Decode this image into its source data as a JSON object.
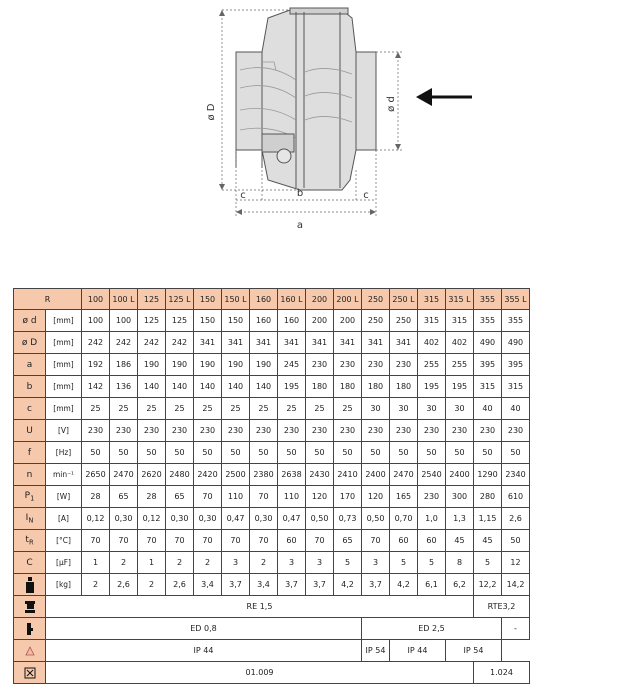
{
  "drawing": {
    "labels": {
      "D": "ø D",
      "d": "ø d",
      "b": "b",
      "c_left": "c",
      "c_right": "c",
      "a": "a"
    }
  },
  "table": {
    "header_label": "R",
    "models": [
      "100",
      "100 L",
      "125",
      "125 L",
      "150",
      "150 L",
      "160",
      "160 L",
      "200",
      "200 L",
      "250",
      "250 L",
      "315",
      "315 L",
      "355",
      "355 L"
    ],
    "rows": [
      {
        "label": "ø d",
        "unit": "[mm]",
        "values": [
          "100",
          "100",
          "125",
          "125",
          "150",
          "150",
          "160",
          "160",
          "200",
          "200",
          "250",
          "250",
          "315",
          "315",
          "355",
          "355"
        ]
      },
      {
        "label": "ø D",
        "unit": "[mm]",
        "values": [
          "242",
          "242",
          "242",
          "242",
          "341",
          "341",
          "341",
          "341",
          "341",
          "341",
          "341",
          "341",
          "402",
          "402",
          "490",
          "490"
        ]
      },
      {
        "label": "a",
        "unit": "[mm]",
        "values": [
          "192",
          "186",
          "190",
          "190",
          "190",
          "190",
          "190",
          "245",
          "230",
          "230",
          "230",
          "230",
          "255",
          "255",
          "395",
          "395"
        ]
      },
      {
        "label": "b",
        "unit": "[mm]",
        "values": [
          "142",
          "136",
          "140",
          "140",
          "140",
          "140",
          "140",
          "195",
          "180",
          "180",
          "180",
          "180",
          "195",
          "195",
          "315",
          "315"
        ]
      },
      {
        "label": "c",
        "unit": "[mm]",
        "values": [
          "25",
          "25",
          "25",
          "25",
          "25",
          "25",
          "25",
          "25",
          "25",
          "25",
          "30",
          "30",
          "30",
          "30",
          "40",
          "40"
        ]
      },
      {
        "label": "U",
        "unit": "[V]",
        "values": [
          "230",
          "230",
          "230",
          "230",
          "230",
          "230",
          "230",
          "230",
          "230",
          "230",
          "230",
          "230",
          "230",
          "230",
          "230",
          "230"
        ]
      },
      {
        "label": "f",
        "unit": "[Hz]",
        "values": [
          "50",
          "50",
          "50",
          "50",
          "50",
          "50",
          "50",
          "50",
          "50",
          "50",
          "50",
          "50",
          "50",
          "50",
          "50",
          "50"
        ]
      },
      {
        "label": "n",
        "unit": "min⁻¹",
        "values": [
          "2650",
          "2470",
          "2620",
          "2480",
          "2420",
          "2500",
          "2380",
          "2638",
          "2430",
          "2410",
          "2400",
          "2470",
          "2540",
          "2400",
          "1290",
          "2340"
        ]
      },
      {
        "label": "P",
        "label_sub": "1",
        "unit": "[W]",
        "values": [
          "28",
          "65",
          "28",
          "65",
          "70",
          "110",
          "70",
          "110",
          "120",
          "170",
          "120",
          "165",
          "230",
          "300",
          "280",
          "610"
        ]
      },
      {
        "label": "I",
        "label_sub": "N",
        "unit": "[A]",
        "values": [
          "0,12",
          "0,30",
          "0,12",
          "0,30",
          "0,30",
          "0,47",
          "0,30",
          "0,47",
          "0,50",
          "0,73",
          "0,50",
          "0,70",
          "1,0",
          "1,3",
          "1,15",
          "2,6"
        ]
      },
      {
        "label": "t",
        "label_sub": "R",
        "unit": "[°C]",
        "values": [
          "70",
          "70",
          "70",
          "70",
          "70",
          "70",
          "70",
          "60",
          "70",
          "65",
          "70",
          "60",
          "60",
          "45",
          "45",
          "50"
        ]
      },
      {
        "label": "C",
        "unit": "[μF]",
        "values": [
          "1",
          "2",
          "1",
          "2",
          "2",
          "3",
          "2",
          "3",
          "3",
          "5",
          "3",
          "5",
          "5",
          "8",
          "5",
          "12"
        ]
      },
      {
        "icon": "weight-icon",
        "unit": "[kg]",
        "values": [
          "2",
          "2,6",
          "2",
          "2,6",
          "3,4",
          "3,7",
          "3,4",
          "3,7",
          "3,7",
          "4,2",
          "3,7",
          "4,2",
          "6,1",
          "6,2",
          "12,2",
          "14,2"
        ]
      }
    ],
    "span_rows": [
      {
        "icon": "speed-control-icon",
        "cells": [
          {
            "text": "RE 1,5",
            "span": 15
          },
          {
            "text": "RTE3,2",
            "span": 2
          }
        ]
      },
      {
        "icon": "motor-protection-icon",
        "cells": [
          {
            "text": "ED 0,8",
            "span": 11
          },
          {
            "text": "ED 2,5",
            "span": 5
          },
          {
            "text": "-",
            "span": 1
          }
        ]
      },
      {
        "icon": "warning-icon",
        "cells": [
          {
            "text": "IP 44",
            "span": 11
          },
          {
            "text": "IP 54",
            "span": 1
          },
          {
            "text": "IP 44",
            "span": 2
          },
          {
            "text": "IP 54",
            "span": 2
          }
        ]
      },
      {
        "icon": "wiring-diagram-icon",
        "cells": [
          {
            "text": "01.009",
            "span": 15
          },
          {
            "text": "1.024",
            "span": 2
          }
        ]
      }
    ]
  },
  "colors": {
    "header_bg": "#f6c9ac",
    "line": "#444444",
    "fan_body": "#dcdcdc"
  }
}
